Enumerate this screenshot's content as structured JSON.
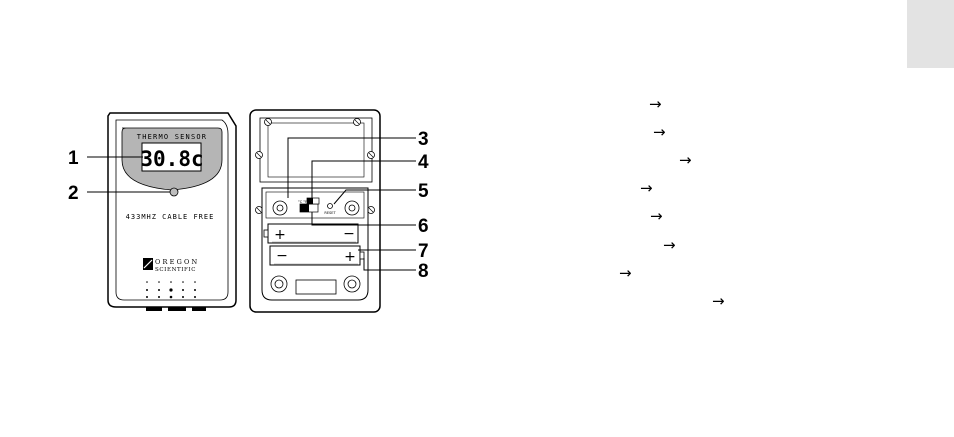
{
  "figure": {
    "front_display_label": "THERMO SENSOR",
    "front_lcd_reading": "30.8c",
    "front_frequency_label": "433MHZ CABLE FREE",
    "brand_line1": "OREGON",
    "brand_line2": "SCIENTIFIC",
    "callouts": [
      "1",
      "2",
      "3",
      "4",
      "5",
      "6",
      "7",
      "8"
    ],
    "battery_top_plus": "+",
    "battery_top_minus": "−",
    "battery_bottom_minus": "−",
    "battery_bottom_plus": "+",
    "reset_label": "RESET",
    "switch_label": "°C °F"
  },
  "arrows": [
    "→",
    "→",
    "→",
    "→",
    "→",
    "→",
    "→",
    "→"
  ]
}
